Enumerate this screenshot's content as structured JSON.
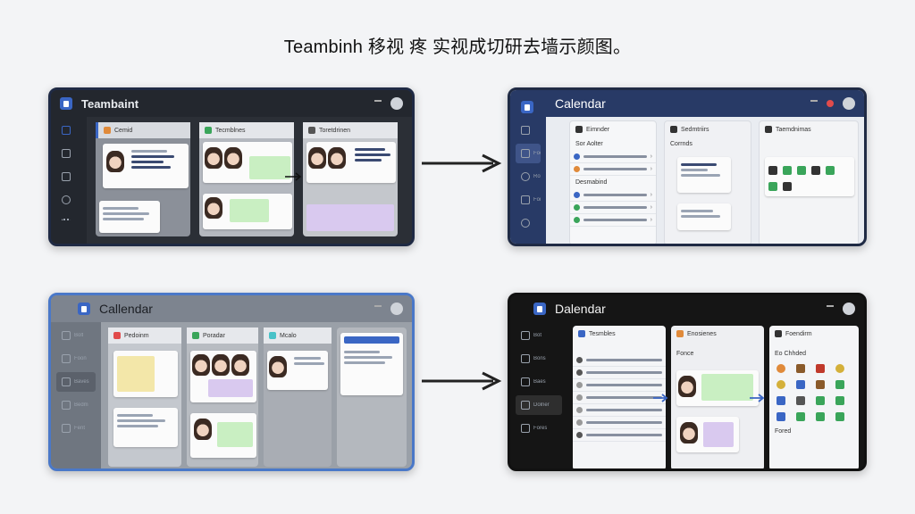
{
  "page": {
    "title": "Teambinh 移视 疼 实视成切研去墙示颜图。"
  },
  "panels": {
    "top_left": {
      "app_title": "Teambaint",
      "columns": [
        "Cemid",
        "Tecmblnes",
        "Toretdrinen"
      ]
    },
    "top_right": {
      "app_title": "Calendar",
      "sidebar": [
        "Foos",
        "Roxo",
        "Fore"
      ],
      "columns": [
        "Eimnder",
        "Sedmtriirs",
        "Taemdnimas"
      ],
      "list_labels": [
        "Sor Aolter",
        "Desmabind",
        "Corrnds"
      ]
    },
    "bottom_left": {
      "app_title": "Callendar",
      "sidebar": [
        "Bolt",
        "Foon",
        "Baves",
        "Bedm",
        "Fent"
      ],
      "columns": [
        "Pedoinm",
        "Poradar",
        "Mcalo"
      ]
    },
    "bottom_right": {
      "app_title": "Dalendar",
      "sidebar": [
        "Bot",
        "Bons",
        "Baes",
        "Dolner",
        "Fores"
      ],
      "columns": [
        "Tesmbles",
        "Enosienes",
        "Foendirm"
      ],
      "labels": [
        "Fonce",
        "Eo Chhded",
        "Fored"
      ]
    }
  },
  "colors": {
    "accent": "#3a66c4",
    "green_note": "#c9efc2",
    "purple_note": "#d9c9ef",
    "yellow_note": "#f3e7a9",
    "blue_note": "#cfe4f7"
  },
  "icons": [
    "app-icon",
    "arrow-right-icon",
    "calendar-icon",
    "gear-icon"
  ]
}
